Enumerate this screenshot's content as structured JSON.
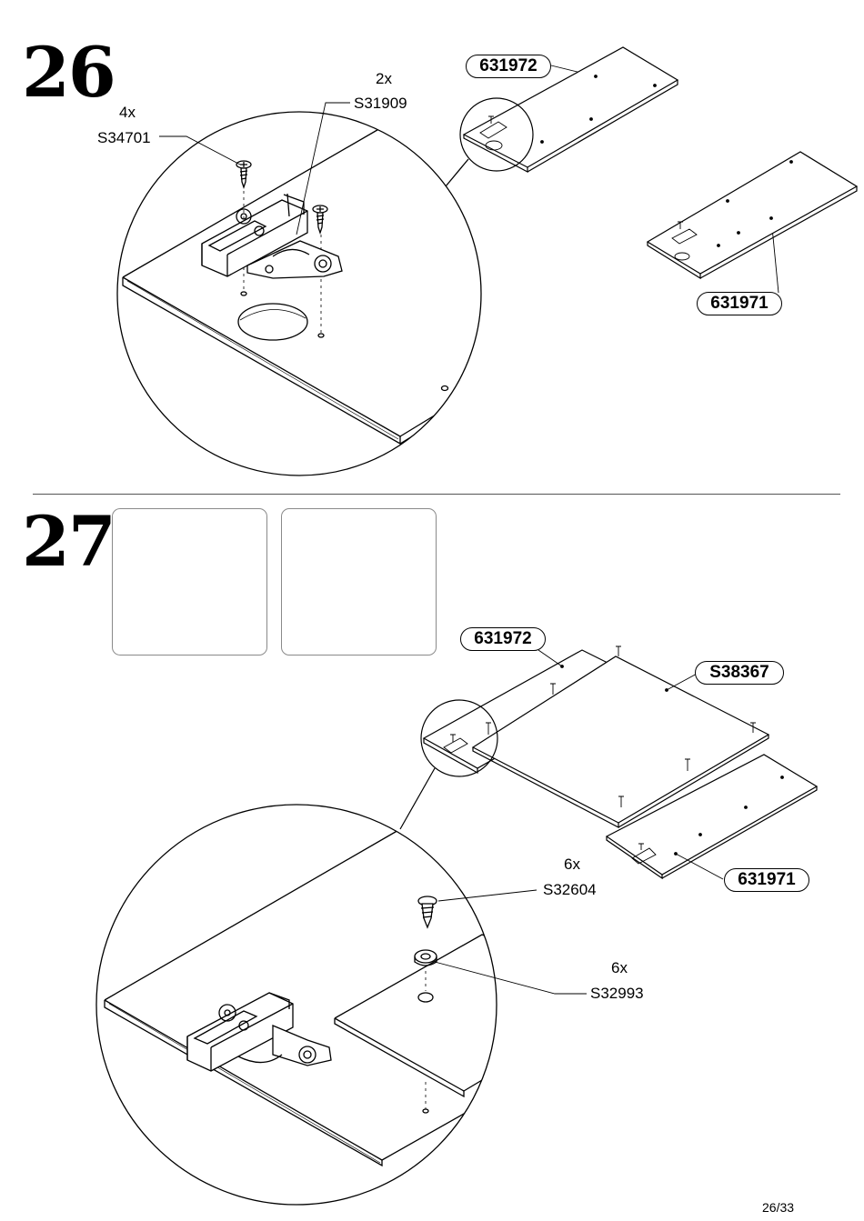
{
  "steps": [
    {
      "number": "26",
      "callouts": [
        {
          "qty": "4x",
          "code": "S34701"
        },
        {
          "qty": "2x",
          "code": "S31909"
        }
      ],
      "parts": [
        "631972",
        "631971"
      ]
    },
    {
      "number": "27",
      "tools": [
        {
          "name": "screwdriver-icon",
          "allowed": true
        },
        {
          "name": "power-drill-icon",
          "allowed": false
        }
      ],
      "parts": [
        "631972",
        "S38367",
        "631971"
      ],
      "callouts": [
        {
          "qty": "6x",
          "code": "S32604"
        },
        {
          "qty": "6x",
          "code": "S32993"
        }
      ]
    }
  ],
  "page": {
    "number": "26/33"
  }
}
